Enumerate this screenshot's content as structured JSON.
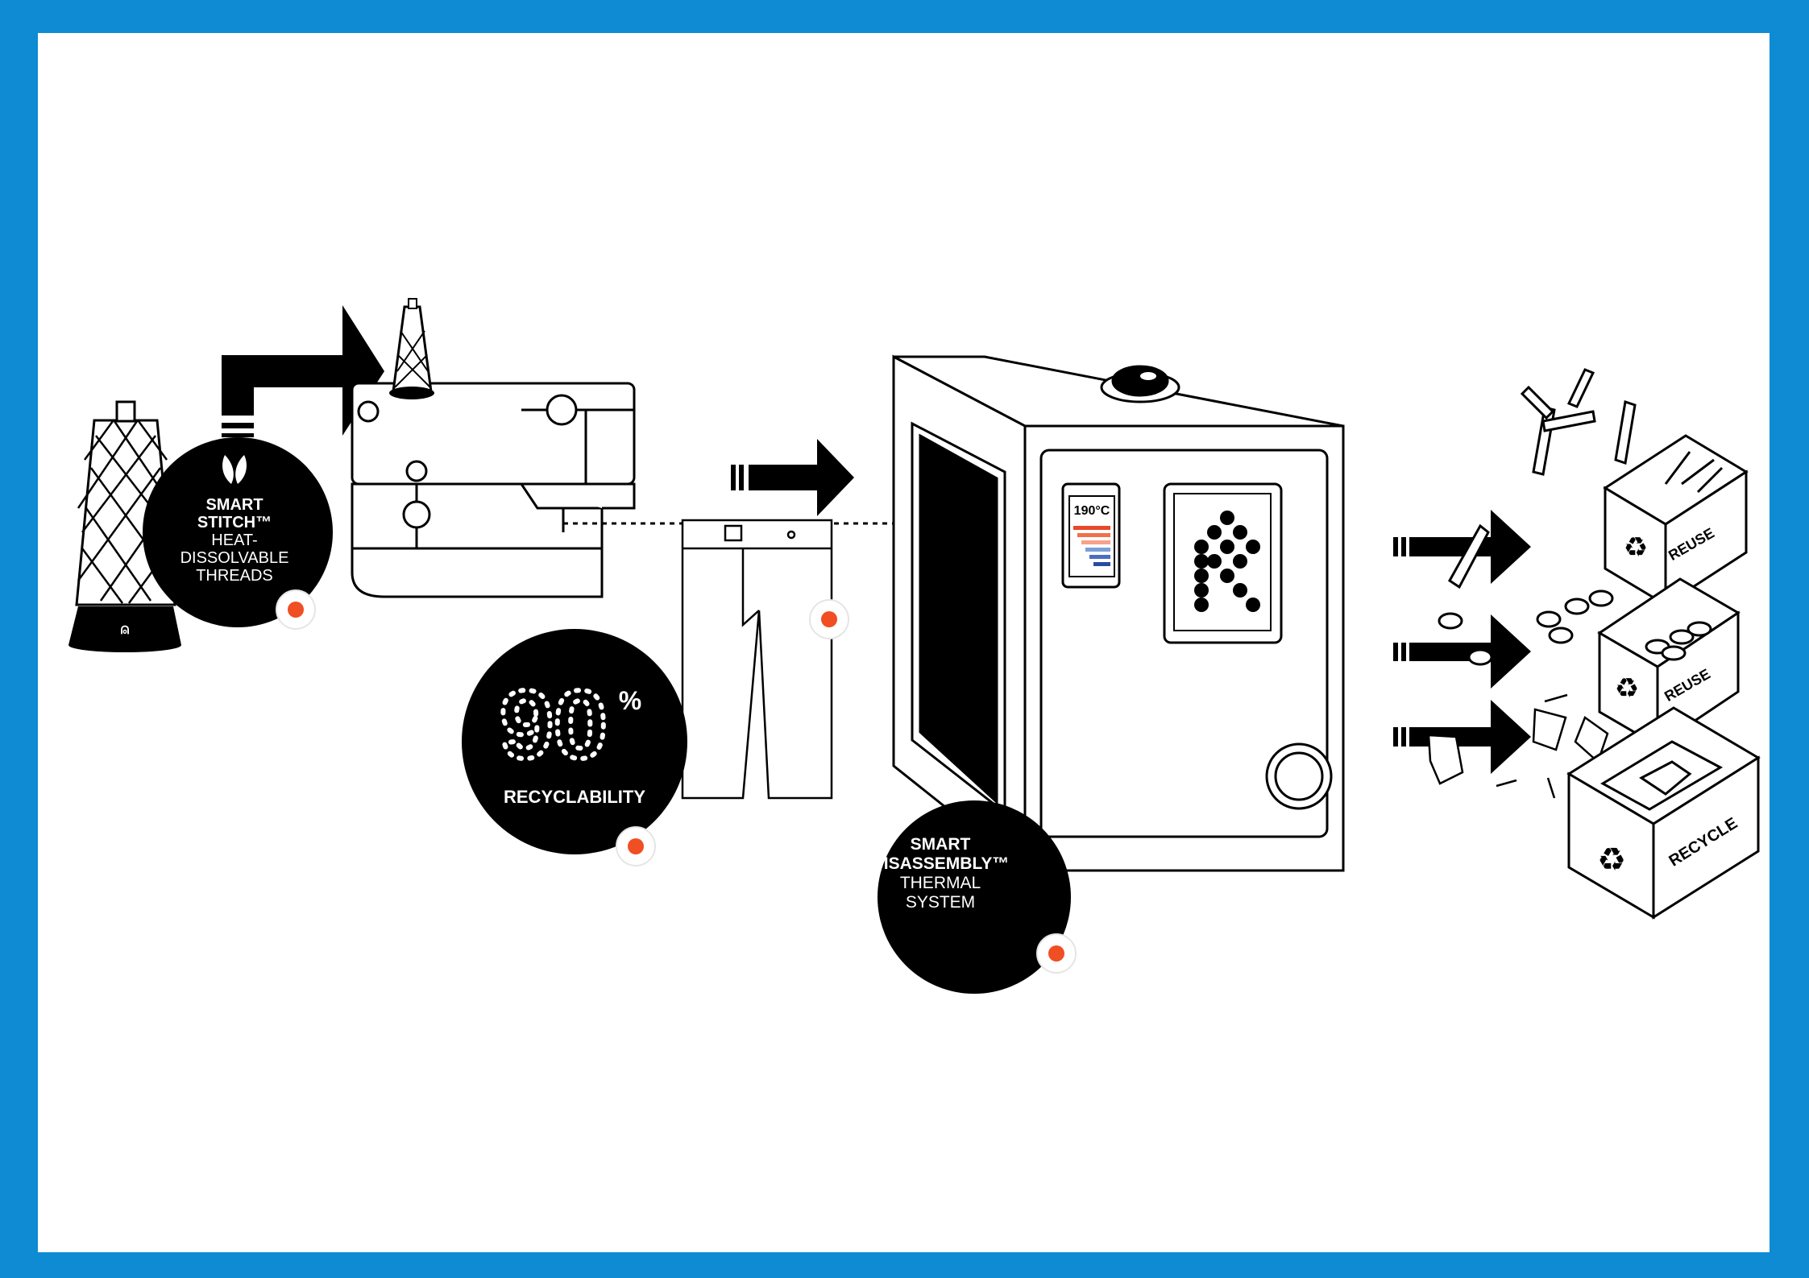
{
  "colors": {
    "frame": "#0e8bd3",
    "ink": "#000000",
    "paper": "#ffffff",
    "hotspot": "#f04e23"
  },
  "stitch_badge": {
    "line1": "SMART",
    "line2": "STITCH™",
    "line3": "HEAT-",
    "line4": "DISSOLVABLE",
    "line5": "THREADS",
    "icon": "leaf-icon"
  },
  "recyclability_badge": {
    "value": "90",
    "unit": "%",
    "label": "RECYCLABILITY"
  },
  "disassembly_badge": {
    "line1": "SMART",
    "line2": "DISASSEMBLY™",
    "line3": "THERMAL",
    "line4": "SYSTEM"
  },
  "machine": {
    "temperature": "190°C",
    "logo": "brand-logo-icon"
  },
  "boxes": {
    "zipper_box": "REUSE",
    "button_box": "REUSE",
    "fabric_box": "RECYCLE",
    "icon": "recycle-icon"
  }
}
